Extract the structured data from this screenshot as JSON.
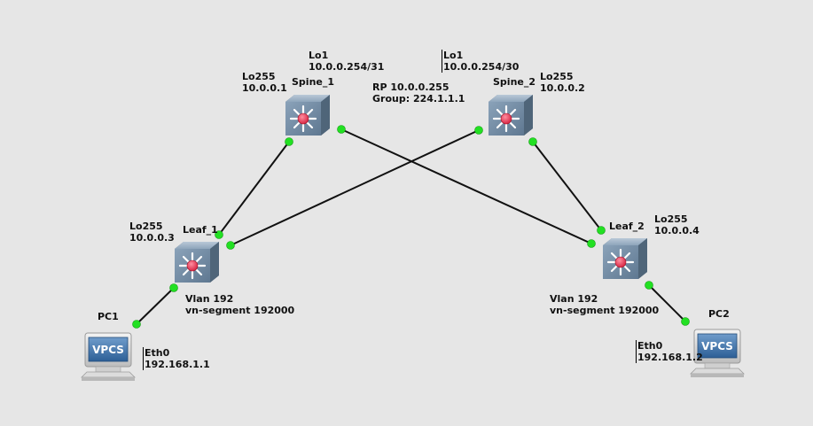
{
  "devices": {
    "spine1": {
      "name": "Spine_1",
      "lo255": [
        "Lo255",
        "10.0.0.1"
      ],
      "lo1": [
        "Lo1",
        "10.0.0.254/31"
      ]
    },
    "spine2": {
      "name": "Spine_2",
      "lo255": [
        "Lo255",
        "10.0.0.2"
      ],
      "lo1": [
        "Lo1",
        "10.0.0.254/30"
      ]
    },
    "leaf1": {
      "name": "Leaf_1",
      "lo255": [
        "Lo255",
        "10.0.0.3"
      ],
      "vlan": [
        "Vlan 192",
        "vn-segment 192000"
      ]
    },
    "leaf2": {
      "name": "Leaf_2",
      "lo255": [
        "Lo255",
        "10.0.0.4"
      ],
      "vlan": [
        "Vlan 192",
        "vn-segment 192000"
      ]
    },
    "pc1": {
      "name": "PC1",
      "screen": "VPCS",
      "eth": [
        "Eth0",
        "192.168.1.1"
      ]
    },
    "pc2": {
      "name": "PC2",
      "screen": "VPCS",
      "eth": [
        "Eth0",
        "192.168.1.2"
      ]
    }
  },
  "rp_note": [
    "RP 10.0.0.255",
    "Group: 224.1.1.1"
  ],
  "colors": {
    "background": "#e6e6e6",
    "link": "#111111",
    "port": "#1fe01f",
    "switch_body": "#7f97ae",
    "switch_dot": "#e8405a"
  }
}
